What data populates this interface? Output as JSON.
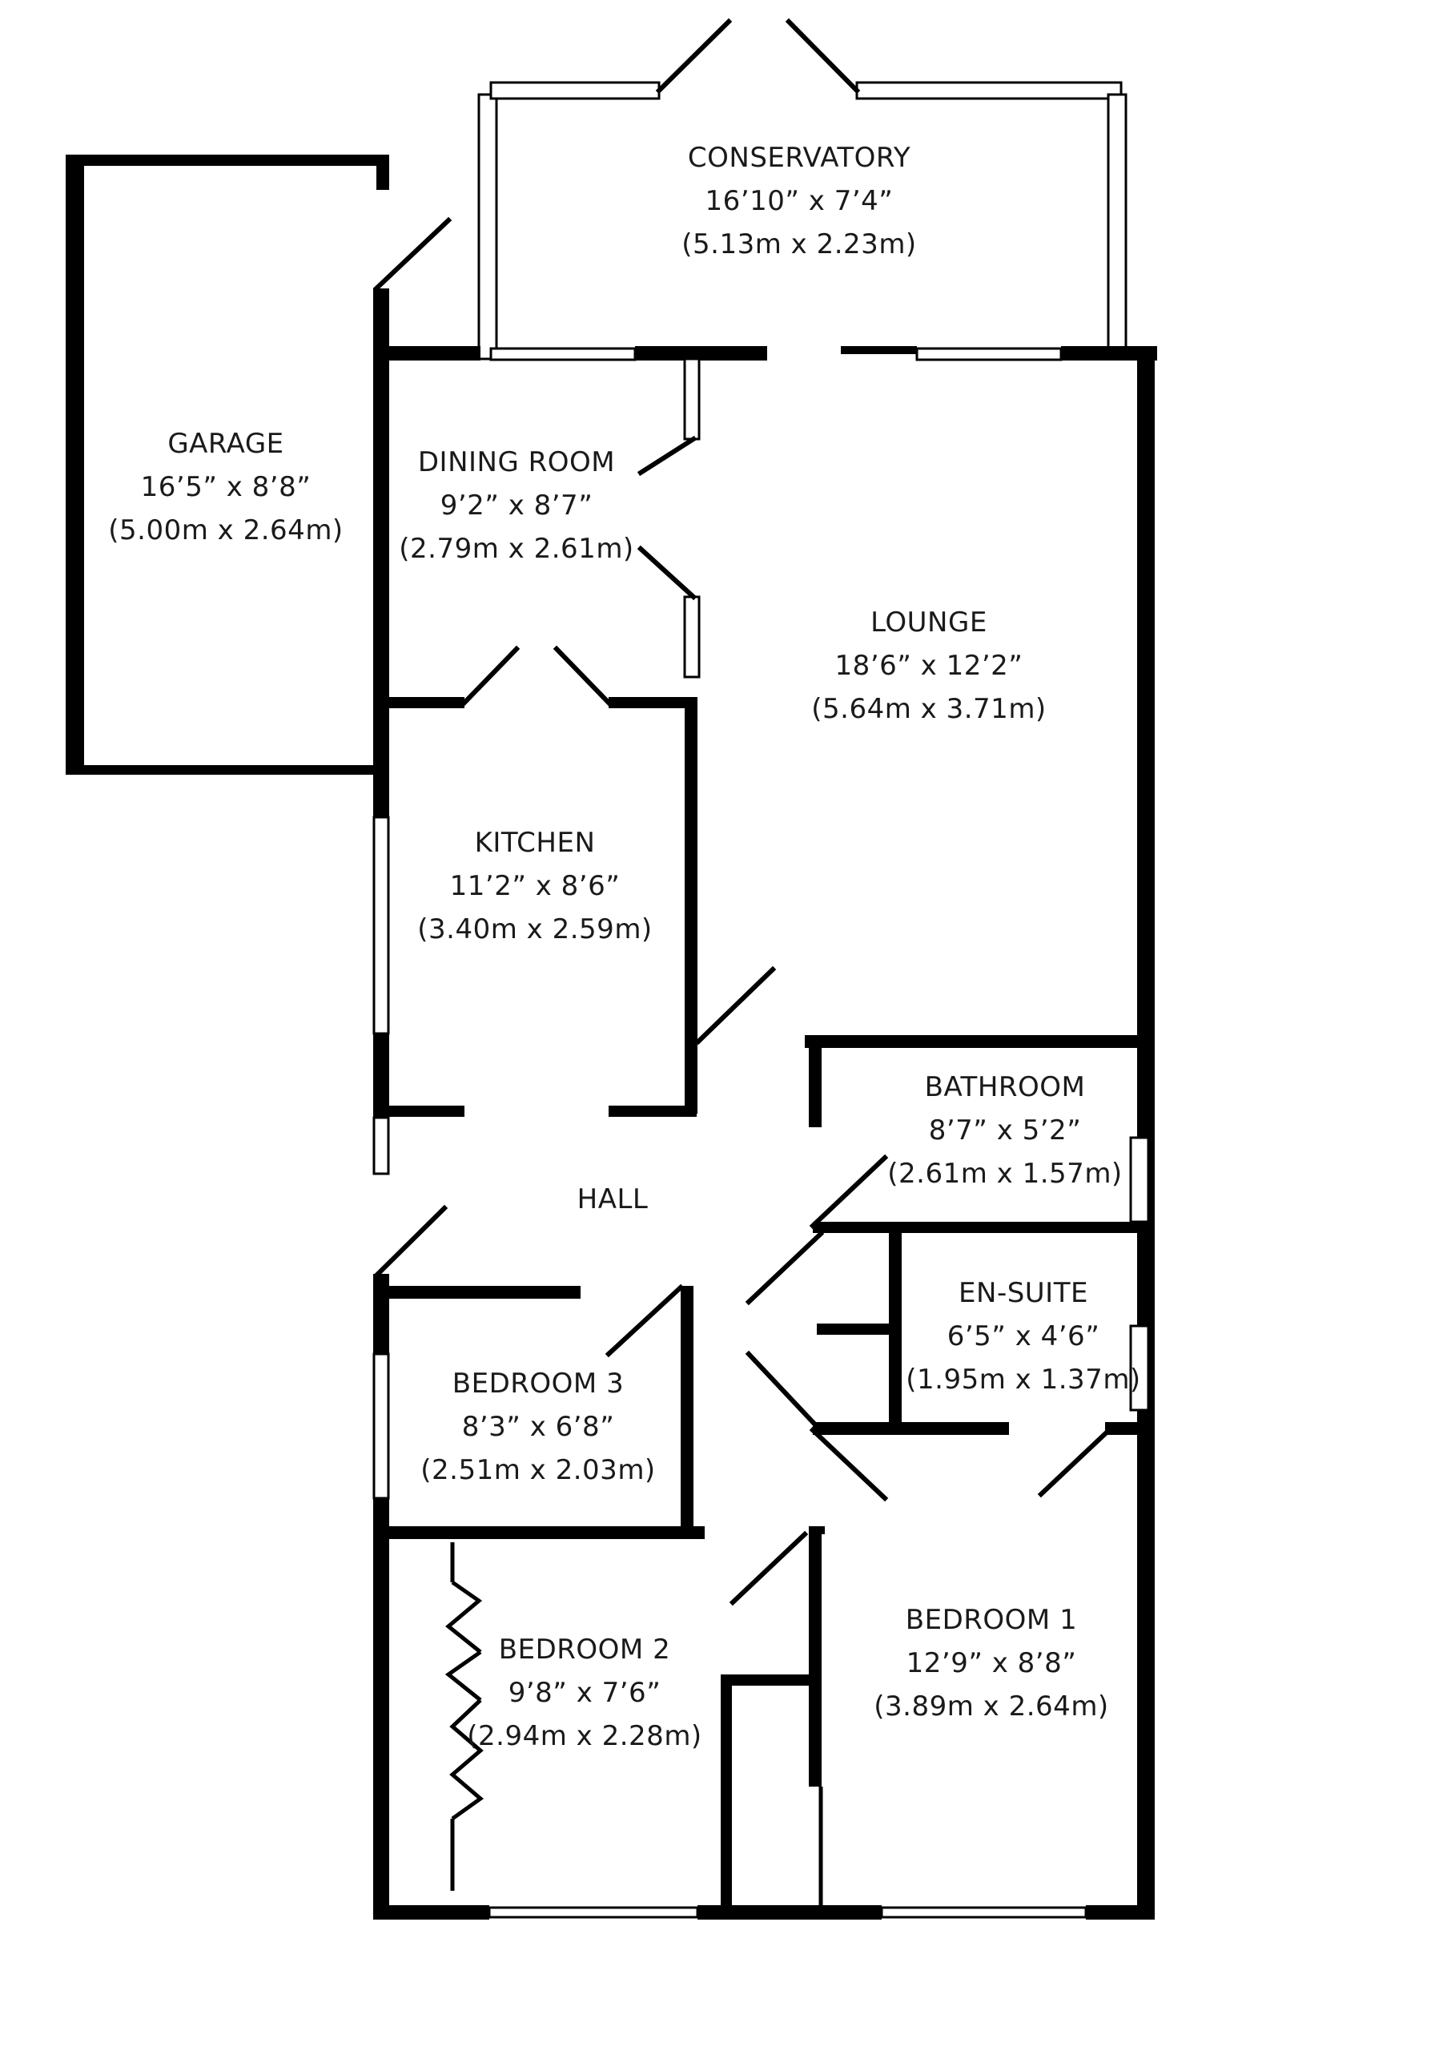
{
  "floorplan": {
    "rooms": {
      "conservatory": {
        "name": "CONSERVATORY",
        "imperial": "16’10” x 7’4”",
        "metric": "(5.13m x 2.23m)"
      },
      "garage": {
        "name": "GARAGE",
        "imperial": "16’5” x 8’8”",
        "metric": "(5.00m x 2.64m)"
      },
      "dining_room": {
        "name": "DINING ROOM",
        "imperial": "9’2” x 8’7”",
        "metric": "(2.79m x 2.61m)"
      },
      "lounge": {
        "name": "LOUNGE",
        "imperial": "18’6” x 12’2”",
        "metric": "(5.64m x 3.71m)"
      },
      "kitchen": {
        "name": "KITCHEN",
        "imperial": "11’2” x 8’6”",
        "metric": "(3.40m x 2.59m)"
      },
      "bathroom": {
        "name": "BATHROOM",
        "imperial": "8’7” x 5’2”",
        "metric": "(2.61m x 1.57m)"
      },
      "hall": {
        "name": "HALL"
      },
      "en_suite": {
        "name": "EN-SUITE",
        "imperial": "6’5” x 4’6”",
        "metric": "(1.95m x 1.37m)"
      },
      "bedroom_3": {
        "name": "BEDROOM 3",
        "imperial": "8’3” x 6’8”",
        "metric": "(2.51m x 2.03m)"
      },
      "bedroom_2": {
        "name": "BEDROOM 2",
        "imperial": "9’8” x 7’6”",
        "metric": "(2.94m x 2.28m)"
      },
      "bedroom_1": {
        "name": "BEDROOM 1",
        "imperial": "12’9” x 8’8”",
        "metric": "(3.89m x 2.64m)"
      }
    }
  }
}
